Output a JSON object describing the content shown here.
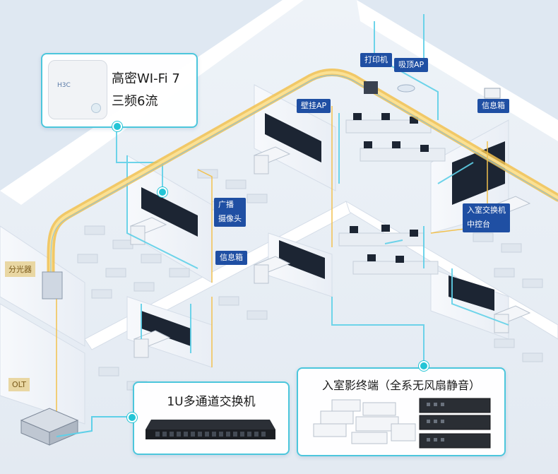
{
  "wifi_card": {
    "device_brand": "H3C",
    "title_line1": "高密WI-Fi 7",
    "title_line2": "三频6流"
  },
  "switch_card": {
    "title": "1U多通道交换机"
  },
  "terminal_card": {
    "title": "入室影终端（全系无风扇静音）"
  },
  "side_labels": {
    "splitter": "分光器",
    "olt": "OLT"
  },
  "room_tags": {
    "printer": "打印机",
    "ceiling_ap": "吸顶AP",
    "wall_ap": "壁挂AP",
    "info_box_1": "信息箱",
    "broadcast_line1": "广播",
    "broadcast_line2": "摄像头",
    "info_box_2": "信息箱",
    "room_switch_line1": "入室交换机",
    "room_switch_line2": "中控台"
  },
  "colors": {
    "fiber": "#f2c14e",
    "cable": "#4cc6dc",
    "tag": "#1f4fa3",
    "card_border": "#4cc6dc"
  }
}
